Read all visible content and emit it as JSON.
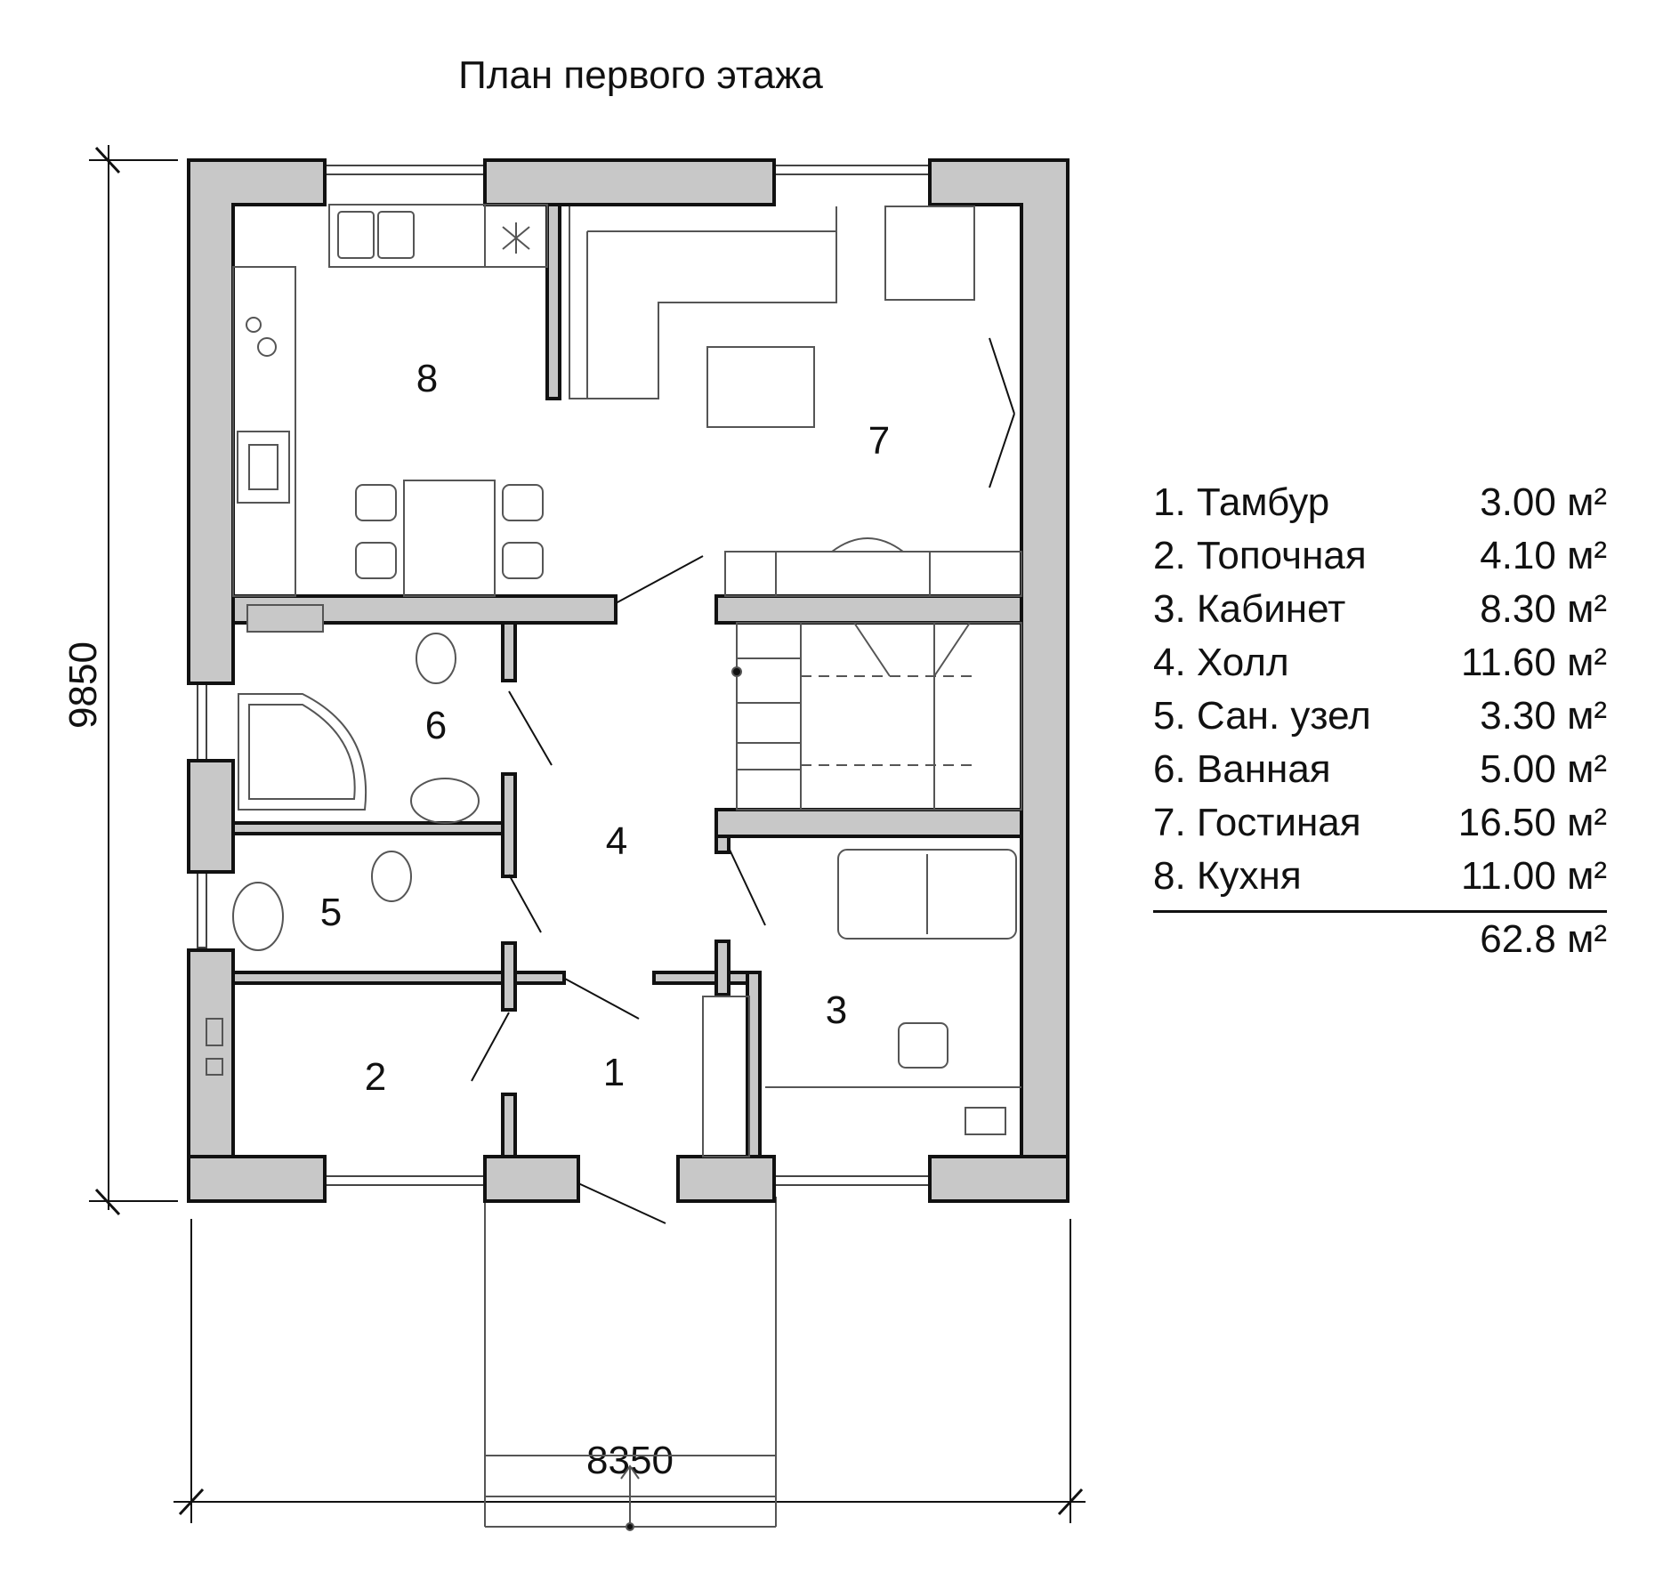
{
  "title": "План первого этажа",
  "dimensions": {
    "height": "9850",
    "width": "8350"
  },
  "rooms": [
    {
      "num": "1",
      "name": "Тамбур",
      "area": "3.00 м²"
    },
    {
      "num": "2",
      "name": "Топочная",
      "area": "4.10 м²"
    },
    {
      "num": "3",
      "name": "Кабинет",
      "area": "8.30 м²"
    },
    {
      "num": "4",
      "name": "Холл",
      "area": "11.60 м²"
    },
    {
      "num": "5",
      "name": "Сан. узел",
      "area": "3.30 м²"
    },
    {
      "num": "6",
      "name": "Ванная",
      "area": "5.00 м²"
    },
    {
      "num": "7",
      "name": "Гостиная",
      "area": "16.50 м²"
    },
    {
      "num": "8",
      "name": "Кухня",
      "area": "11.00 м²"
    }
  ],
  "legend_labels": [
    "1. Тамбур",
    "2. Топочная",
    "3. Кабинет",
    "4. Холл",
    "5. Сан. узел",
    "6. Ванная",
    "7. Гостиная",
    "8. Кухня"
  ],
  "total_area": "62.8 м²",
  "colors": {
    "wall": "#c8c8c8",
    "stroke": "#111111",
    "furniture": "#555555"
  }
}
